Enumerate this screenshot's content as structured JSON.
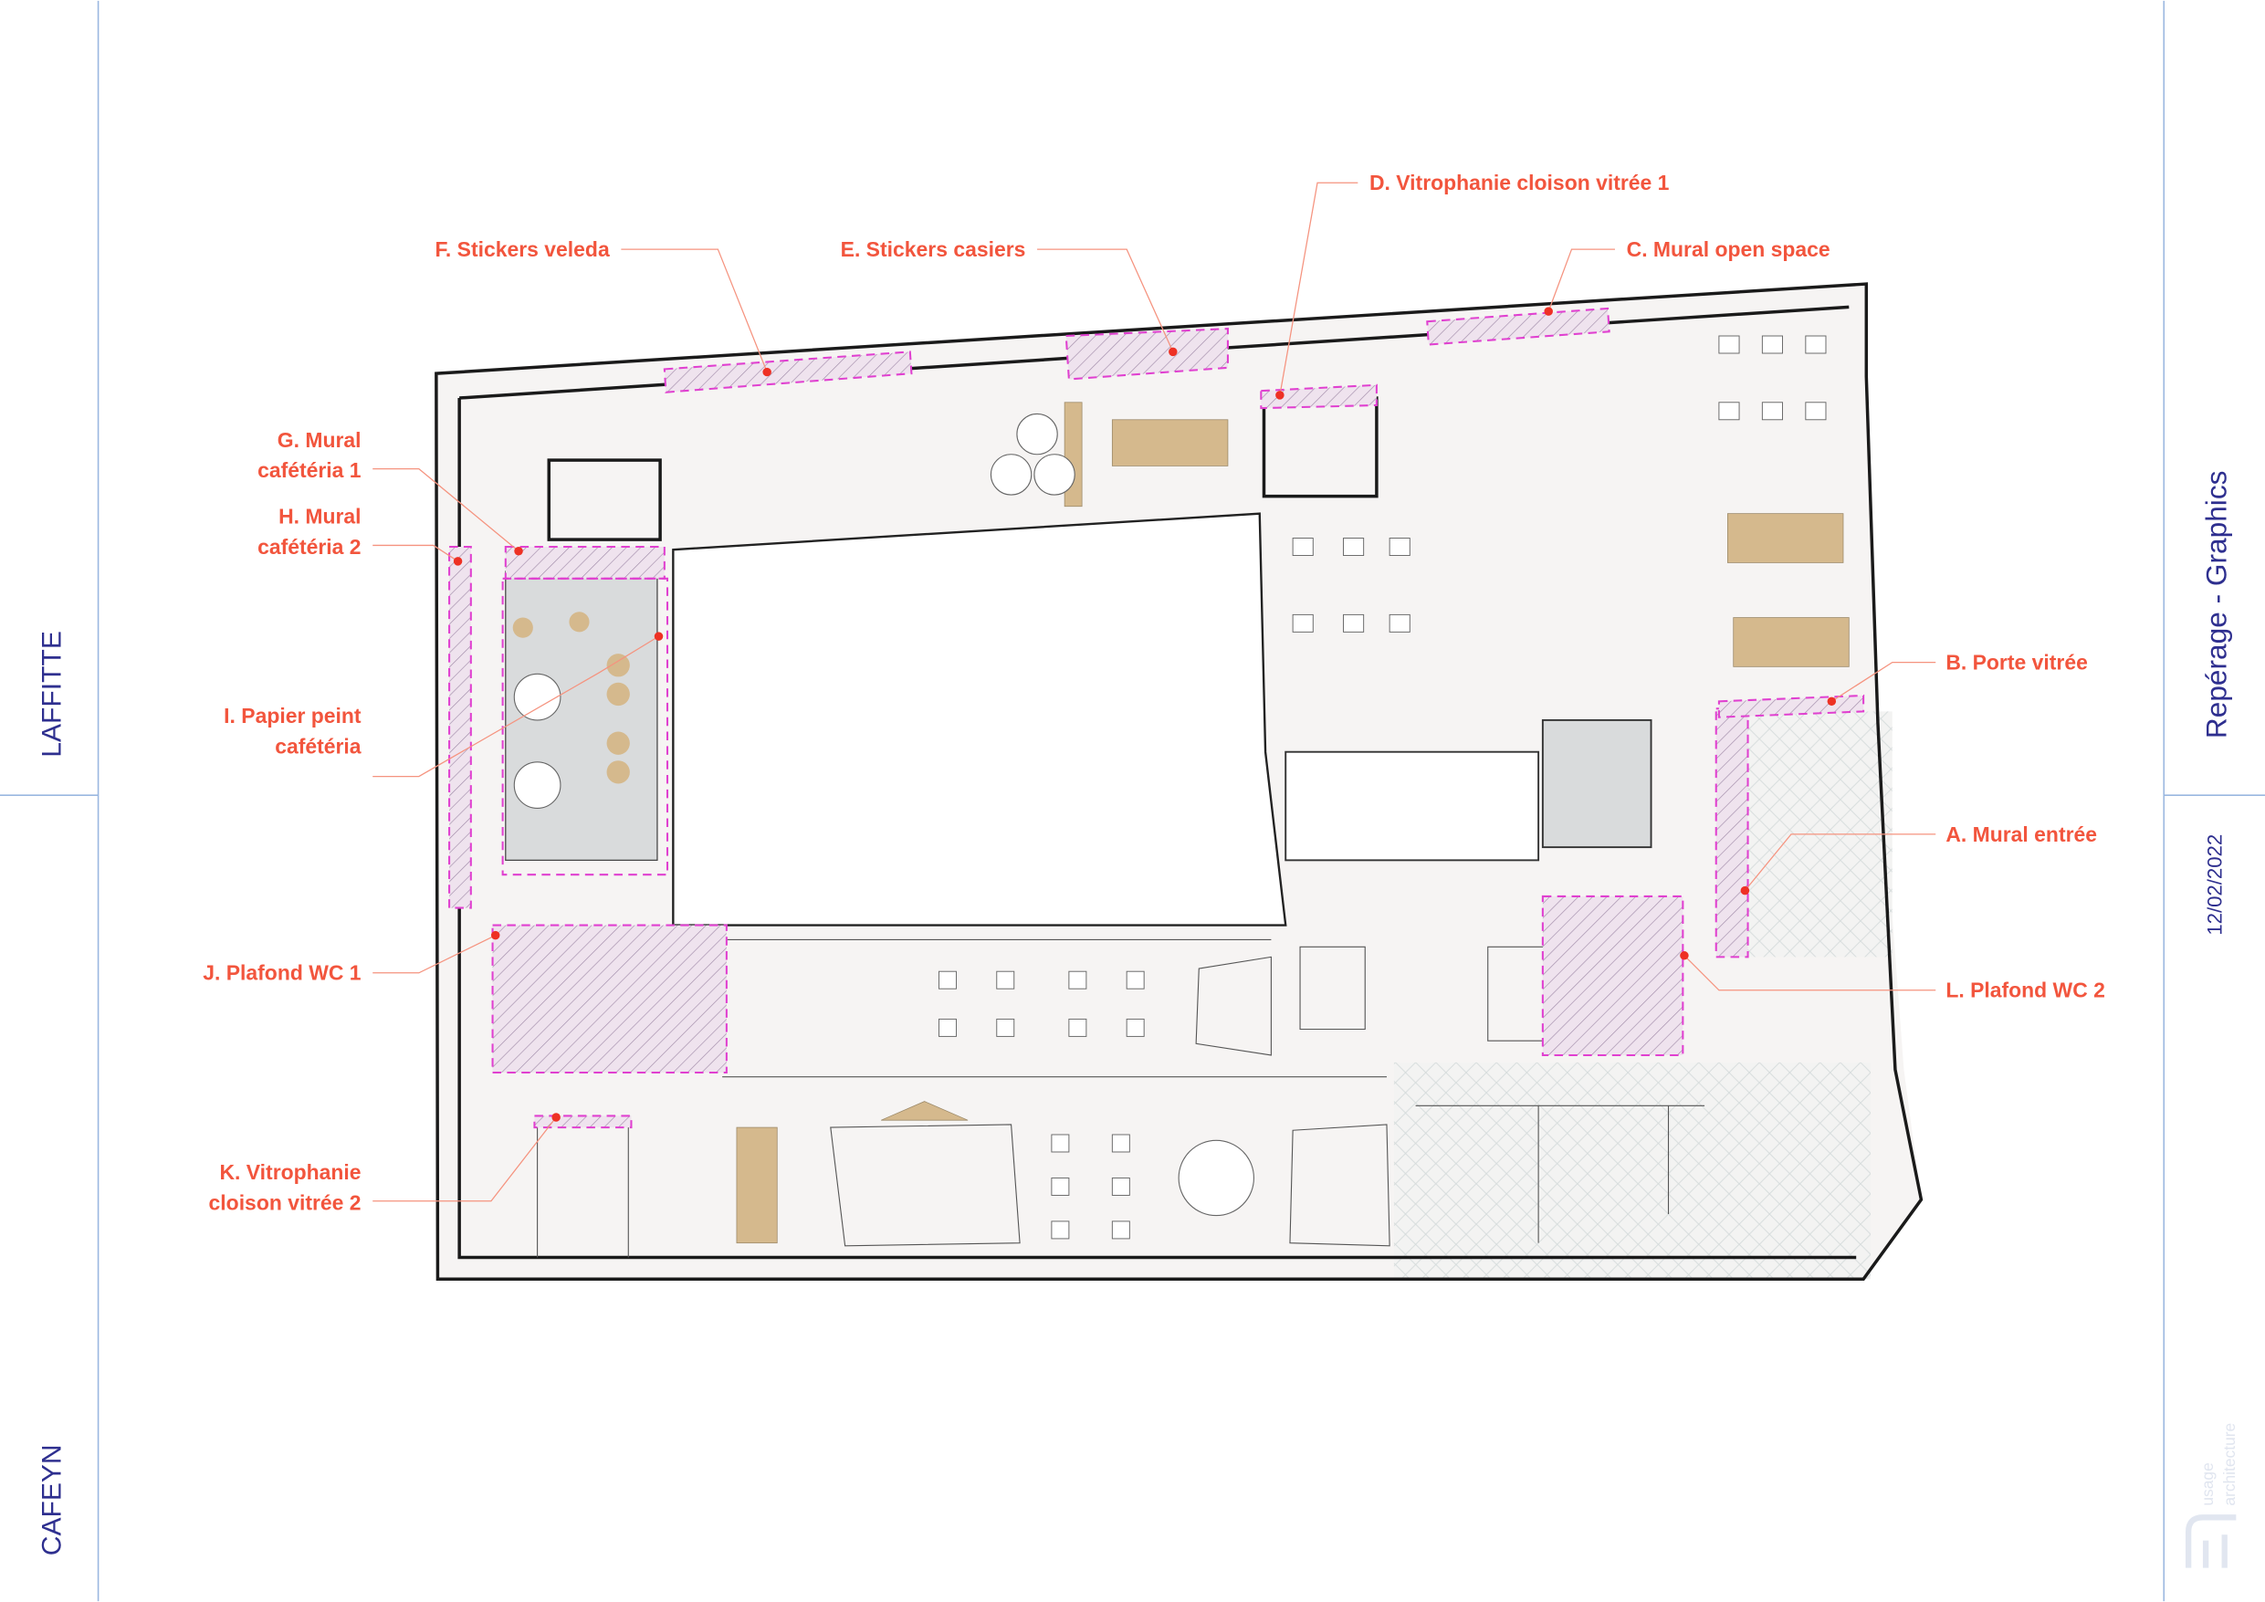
{
  "sidebar_left": {
    "project": "LAFFITTE",
    "client": "CAFEYN"
  },
  "sidebar_right": {
    "title": "Repérage - Graphics",
    "date": "12/02/2022",
    "logo_text": "usage architecture"
  },
  "labels": {
    "A": "A. Mural entrée",
    "B": "B. Porte vitrée",
    "C": "C. Mural open space",
    "D": "D. Vitrophanie cloison vitrée 1",
    "E": "E. Stickers casiers",
    "F": "F. Stickers veleda",
    "G": [
      "G. Mural",
      "cafétéria 1"
    ],
    "H": [
      "H. Mural",
      "cafétéria 2"
    ],
    "I": [
      "I. Papier peint",
      "cafétéria"
    ],
    "J": "J. Plafond WC 1",
    "K": [
      "K. Vitrophanie",
      "cloison vitrée 2"
    ],
    "L": "L. Plafond WC 2"
  },
  "colors": {
    "label": "#f2553d",
    "frame": "#2e2f8f",
    "zone": "#e040d0",
    "furniture": "#d5b98d"
  }
}
